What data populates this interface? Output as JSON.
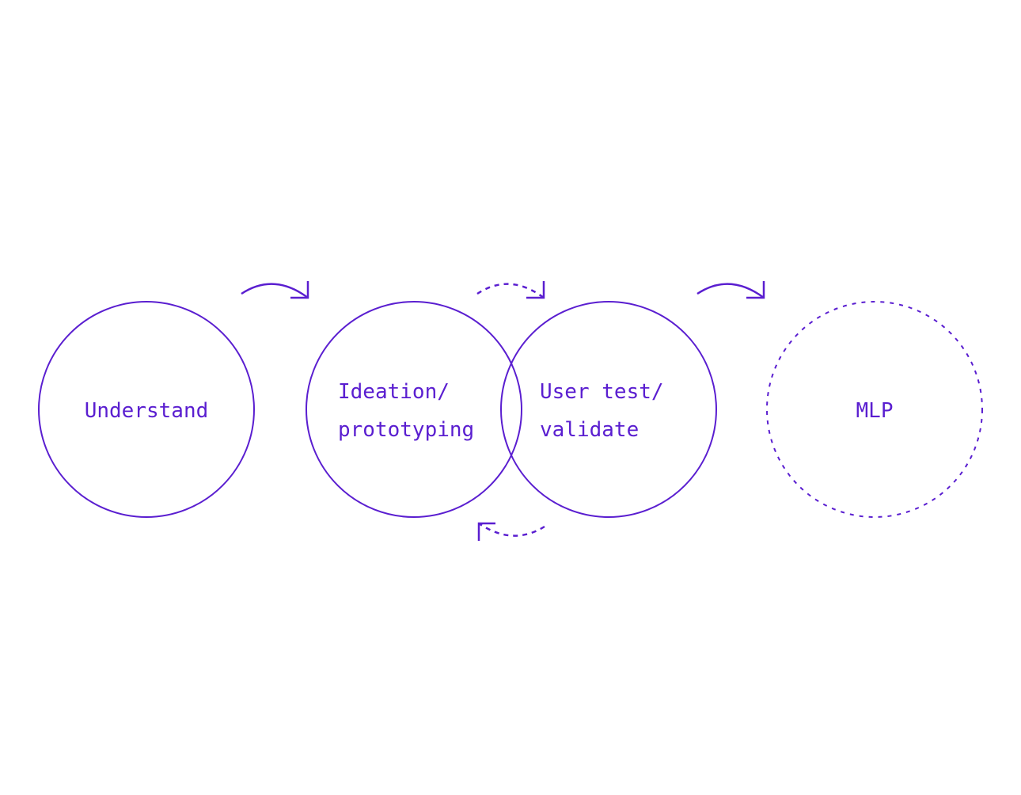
{
  "colors": {
    "accent": "#5a1ed0",
    "background": "#ffffff"
  },
  "stages": [
    {
      "id": "understand",
      "lines": [
        "Understand"
      ],
      "border": "solid"
    },
    {
      "id": "ideation",
      "lines": [
        "Ideation/",
        "prototyping"
      ],
      "border": "solid"
    },
    {
      "id": "user-test",
      "lines": [
        "User test/",
        "validate"
      ],
      "border": "solid"
    },
    {
      "id": "mlp",
      "lines": [
        "MLP"
      ],
      "border": "dashed"
    }
  ],
  "arrows": [
    {
      "id": "understand-to-ideation",
      "style": "solid",
      "direction": "forward"
    },
    {
      "id": "ideation-to-user-test",
      "style": "dashed",
      "direction": "forward"
    },
    {
      "id": "user-test-to-ideation",
      "style": "dashed",
      "direction": "backward"
    },
    {
      "id": "user-test-to-mlp",
      "style": "solid",
      "direction": "forward"
    }
  ]
}
